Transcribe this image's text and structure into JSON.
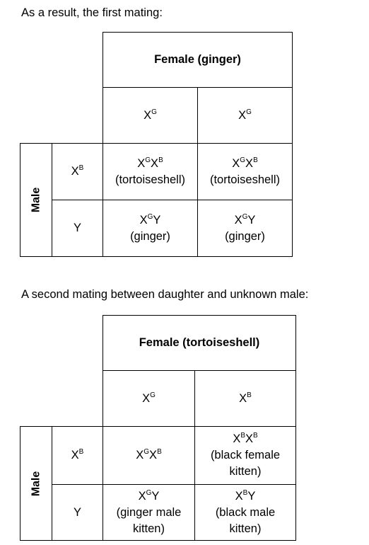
{
  "intro_first": "As a result, the first mating:",
  "intro_second": "A second mating between daughter and unknown male:",
  "table1": {
    "female_header": "Female (ginger)",
    "male_header": "Male",
    "female_alleles": [
      {
        "base": "X",
        "sup": "G"
      },
      {
        "base": "X",
        "sup": "G"
      }
    ],
    "male_alleles": [
      {
        "base": "X",
        "sup": "B"
      },
      {
        "base": "Y",
        "sup": ""
      }
    ],
    "cells": [
      [
        {
          "genotype": [
            {
              "b": "X",
              "s": "G"
            },
            {
              "b": "X",
              "s": "B"
            }
          ],
          "desc": [
            "(tortoiseshell)"
          ]
        },
        {
          "genotype": [
            {
              "b": "X",
              "s": "G"
            },
            {
              "b": "X",
              "s": "B"
            }
          ],
          "desc": [
            "(tortoiseshell)"
          ]
        }
      ],
      [
        {
          "genotype": [
            {
              "b": "X",
              "s": "G"
            },
            {
              "b": "Y",
              "s": ""
            }
          ],
          "desc": [
            "(ginger)"
          ]
        },
        {
          "genotype": [
            {
              "b": "X",
              "s": "G"
            },
            {
              "b": "Y",
              "s": ""
            }
          ],
          "desc": [
            "(ginger)"
          ]
        }
      ]
    ]
  },
  "table2": {
    "female_header": "Female (tortoiseshell)",
    "male_header": "Male",
    "female_alleles": [
      {
        "base": "X",
        "sup": "G"
      },
      {
        "base": "X",
        "sup": "B"
      }
    ],
    "male_alleles": [
      {
        "base": "X",
        "sup": "B"
      },
      {
        "base": "Y",
        "sup": ""
      }
    ],
    "cells": [
      [
        {
          "genotype": [
            {
              "b": "X",
              "s": "G"
            },
            {
              "b": "X",
              "s": "B"
            }
          ],
          "desc": []
        },
        {
          "genotype": [
            {
              "b": "X",
              "s": "B"
            },
            {
              "b": "X",
              "s": "B"
            }
          ],
          "desc": [
            "(black female",
            "kitten)"
          ]
        }
      ],
      [
        {
          "genotype": [
            {
              "b": "X",
              "s": "G"
            },
            {
              "b": "Y",
              "s": ""
            }
          ],
          "desc": [
            "(ginger male",
            "kitten)"
          ]
        },
        {
          "genotype": [
            {
              "b": "X",
              "s": "B"
            },
            {
              "b": "Y",
              "s": ""
            }
          ],
          "desc": [
            "(black male",
            "kitten)"
          ]
        }
      ]
    ]
  }
}
